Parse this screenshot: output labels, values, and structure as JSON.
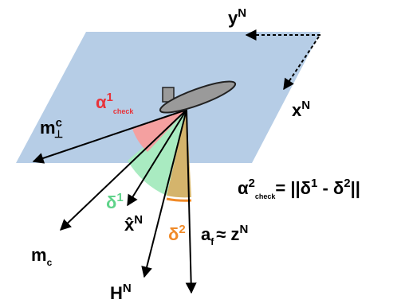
{
  "labels": {
    "y_axis": "y",
    "y_axis_sup": "N",
    "x_axis": "x",
    "x_axis_sup": "N",
    "alpha1": "α",
    "alpha1_sup": "1",
    "alpha1_sub": "check",
    "m_perp": "m",
    "m_perp_sup": "c",
    "m_perp_sub": "⊥",
    "delta1": "δ",
    "delta1_sup": "1",
    "xhat": "x̂",
    "xhat_sup": "N",
    "delta2": "δ",
    "delta2_sup": "2",
    "m_c": "m",
    "m_c_sub": "c",
    "h_n": "H",
    "h_n_sup": "N",
    "a_f": "a",
    "a_f_sub": "f",
    "approx_z": "≈ z",
    "approx_z_sup": "N",
    "equation_lhs": "α",
    "equation_sup": "2",
    "equation_sub": "check",
    "equation_eq": "= ||δ",
    "equation_sup1": "1",
    "equation_mid": " - δ",
    "equation_sup2": "2",
    "equation_end": "||"
  },
  "colors": {
    "plane": "#b6cde6",
    "alpha_wedge": "#f4a0a0",
    "alpha_label": "#e8333a",
    "delta1_wedge": "#a9ebc1",
    "delta1_label": "#5fd38a",
    "delta2_wedge": "#d4b46c",
    "delta2_label": "#f08a28",
    "satellite": "#9a9a9a",
    "arrow": "#000000"
  }
}
